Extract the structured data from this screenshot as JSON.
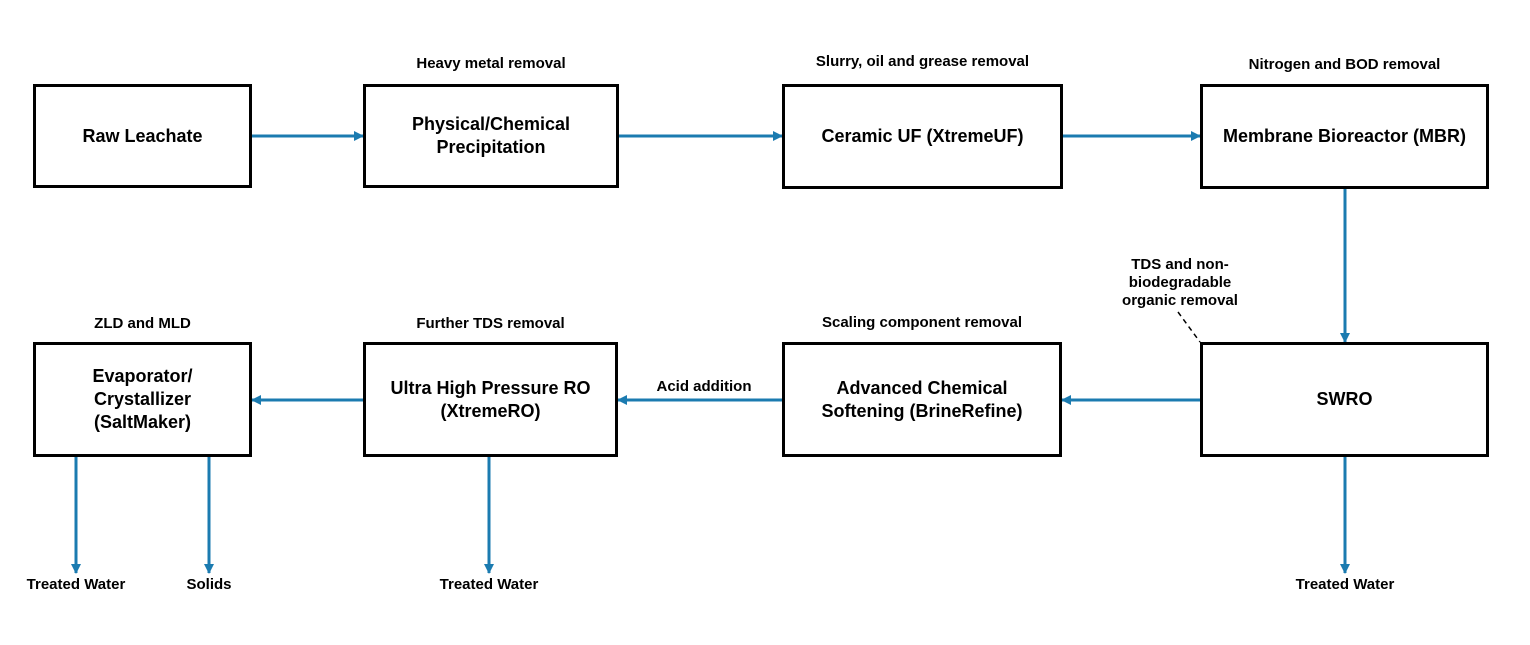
{
  "colors": {
    "arrow": "#1b7bb0",
    "border": "#000000",
    "text": "#000000"
  },
  "nodes": {
    "raw_leachate": "Raw Leachate",
    "precipitation": "Physical/Chemical\nPrecipitation",
    "ceramic_uf": "Ceramic UF (XtremeUF)",
    "mbr": "Membrane Bioreactor (MBR)",
    "swro": "SWRO",
    "softening": "Advanced Chemical\nSoftening (BrineRefine)",
    "uhp_ro": "Ultra High Pressure RO\n(XtremeRO)",
    "evaporator": "Evaporator/\nCrystallizer\n(SaltMaker)"
  },
  "annotations": {
    "heavy_metal": "Heavy metal removal",
    "slurry": "Slurry, oil and grease removal",
    "nitrogen_bod": "Nitrogen and BOD removal",
    "tds_organic": "TDS and non-\nbiodegradable\norganic removal",
    "scaling": "Scaling component removal",
    "further_tds": "Further TDS removal",
    "zld_mld": "ZLD and MLD",
    "acid_addition": "Acid addition"
  },
  "outputs": {
    "evaporator_water": "Treated Water",
    "evaporator_solids": "Solids",
    "uhp_ro_water": "Treated Water",
    "swro_water": "Treated Water"
  }
}
